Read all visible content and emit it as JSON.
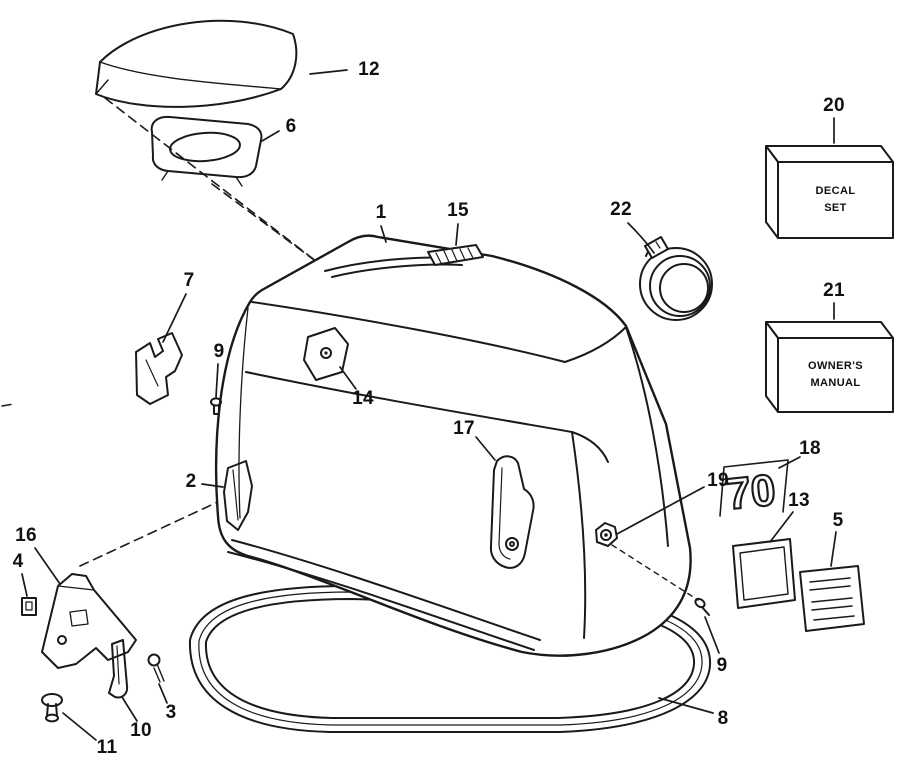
{
  "callouts": {
    "c1": "1",
    "c2": "2",
    "c3": "3",
    "c4": "4",
    "c5": "5",
    "c6": "6",
    "c7": "7",
    "c8": "8",
    "c9_left": "9",
    "c9_right": "9",
    "c10": "10",
    "c11": "11",
    "c12": "12",
    "c13": "13",
    "c14": "14",
    "c15": "15",
    "c16": "16",
    "c17": "17",
    "c18": "18",
    "c19": "19",
    "c20": "20",
    "c21": "21",
    "c22": "22"
  },
  "labels": {
    "decal_set": "DECAL\nSET",
    "owners_manual": "OWNER'S\nMANUAL",
    "engine_decal": "70"
  },
  "colors": {
    "line": "#1a1a1a",
    "background": "#ffffff"
  }
}
